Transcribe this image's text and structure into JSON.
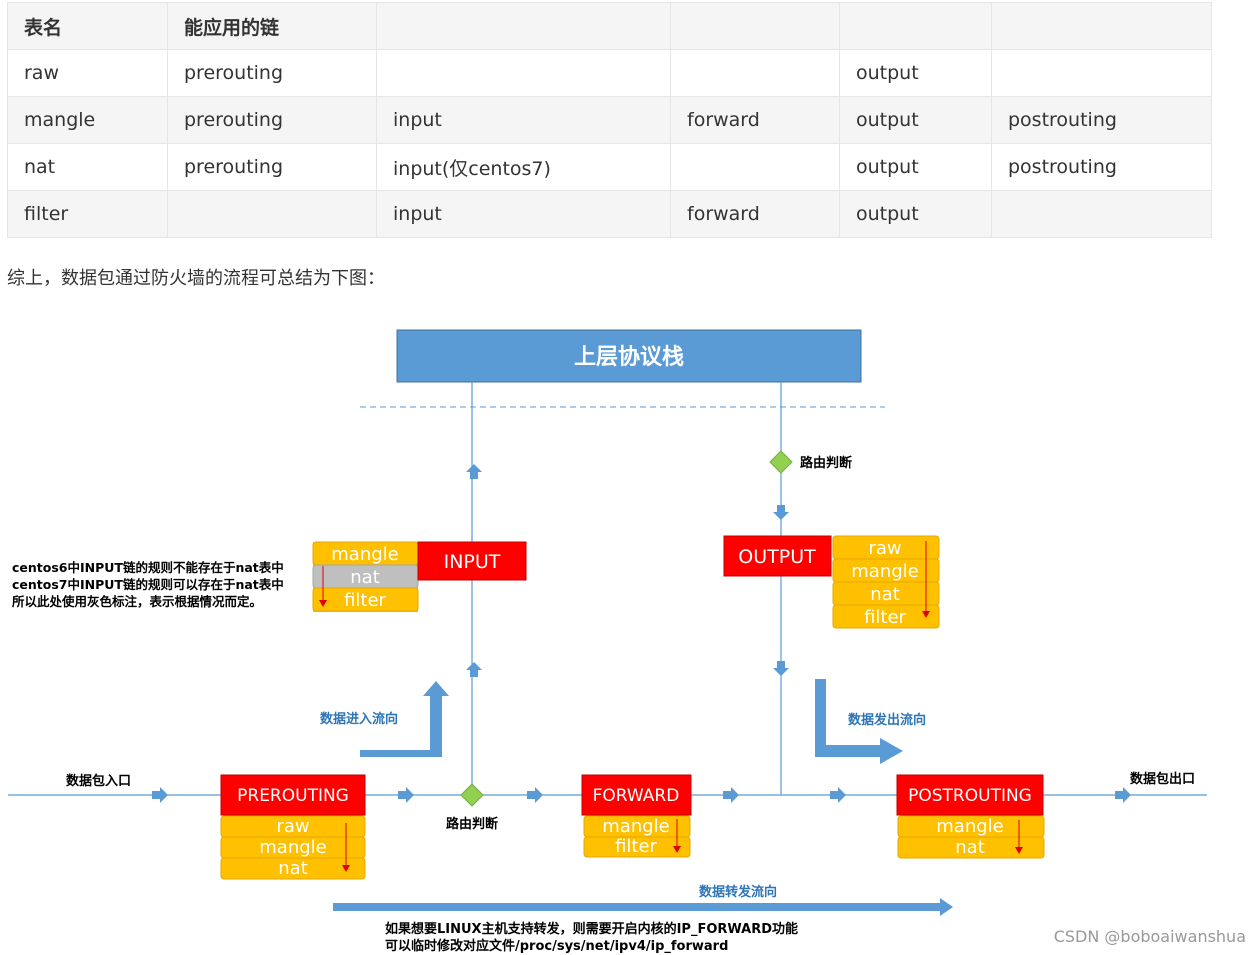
{
  "table": {
    "header": [
      "表名",
      "能应用的链",
      "",
      "",
      "",
      ""
    ],
    "rows": [
      [
        "raw",
        "prerouting",
        "",
        "",
        "output",
        ""
      ],
      [
        "mangle",
        "prerouting",
        "input",
        "forward",
        "output",
        "postrouting"
      ],
      [
        "nat",
        "prerouting",
        "input(仅centos7)",
        "",
        "output",
        "postrouting"
      ],
      [
        "filter",
        "",
        "input",
        "forward",
        "output",
        ""
      ]
    ]
  },
  "summary": "综上，数据包通过防火墙的流程可总结为下图：",
  "diagram": {
    "top_box": "上层协议栈",
    "route_decision_top": "路由判断",
    "route_decision_bottom": "路由判断",
    "input_chain": "INPUT",
    "input_tables": [
      "mangle",
      "nat",
      "filter"
    ],
    "input_note": [
      "centos6中INPUT链的规则不能存在于nat表中",
      "centos7中INPUT链的规则可以存在于nat表中",
      "所以此处使用灰色标注，表示根据情况而定。"
    ],
    "output_chain": "OUTPUT",
    "output_tables": [
      "raw",
      "mangle",
      "nat",
      "filter"
    ],
    "inflow_label": "数据进入流向",
    "outflow_label": "数据发出流向",
    "packet_in": "数据包入口",
    "packet_out": "数据包出口",
    "prerouting_chain": "PREROUTING",
    "prerouting_tables": [
      "raw",
      "mangle",
      "nat"
    ],
    "forward_chain": "FORWARD",
    "forward_tables": [
      "mangle",
      "filter"
    ],
    "postrouting_chain": "POSTROUTING",
    "postrouting_tables": [
      "mangle",
      "nat"
    ],
    "forward_flow_label": "数据转发流向",
    "forward_note": [
      "如果想要LINUX主机支持转发，则需要开启内核的IP_FORWARD功能",
      "可以临时修改对应文件/proc/sys/net/ipv4/ip_forward"
    ],
    "colors": {
      "chain": "#ff0000",
      "table": "#ffc000",
      "grey": "#bfbfbf",
      "line": "#5b9bd5",
      "top": "#5b9bd5",
      "diamond": "#92d050",
      "flow_label": "#2e75b6"
    }
  },
  "watermark": "CSDN @boboaiwanshua"
}
